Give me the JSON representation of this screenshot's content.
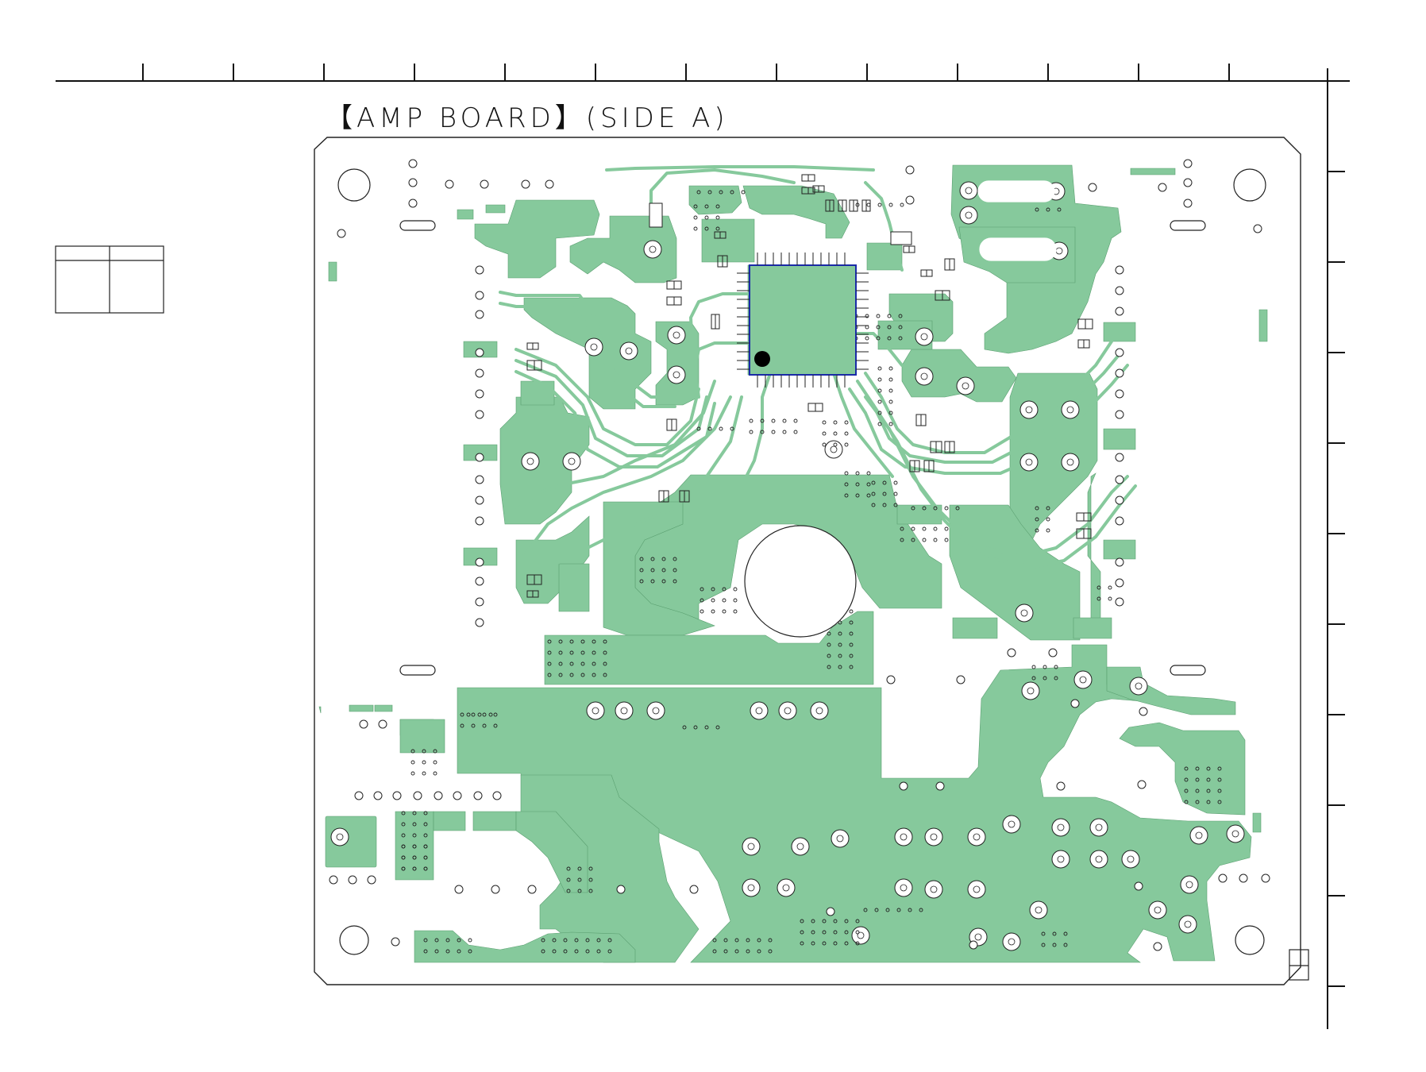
{
  "title": "【AMP BOARD】(SIDE A)",
  "colors": {
    "copper": "#86c99c",
    "ic_outline": "#1a2aa8",
    "line": "#111111",
    "background": "#ffffff"
  },
  "components": {
    "ic_main": "main-ic",
    "electrolytic_cap": "large-capacitor"
  }
}
